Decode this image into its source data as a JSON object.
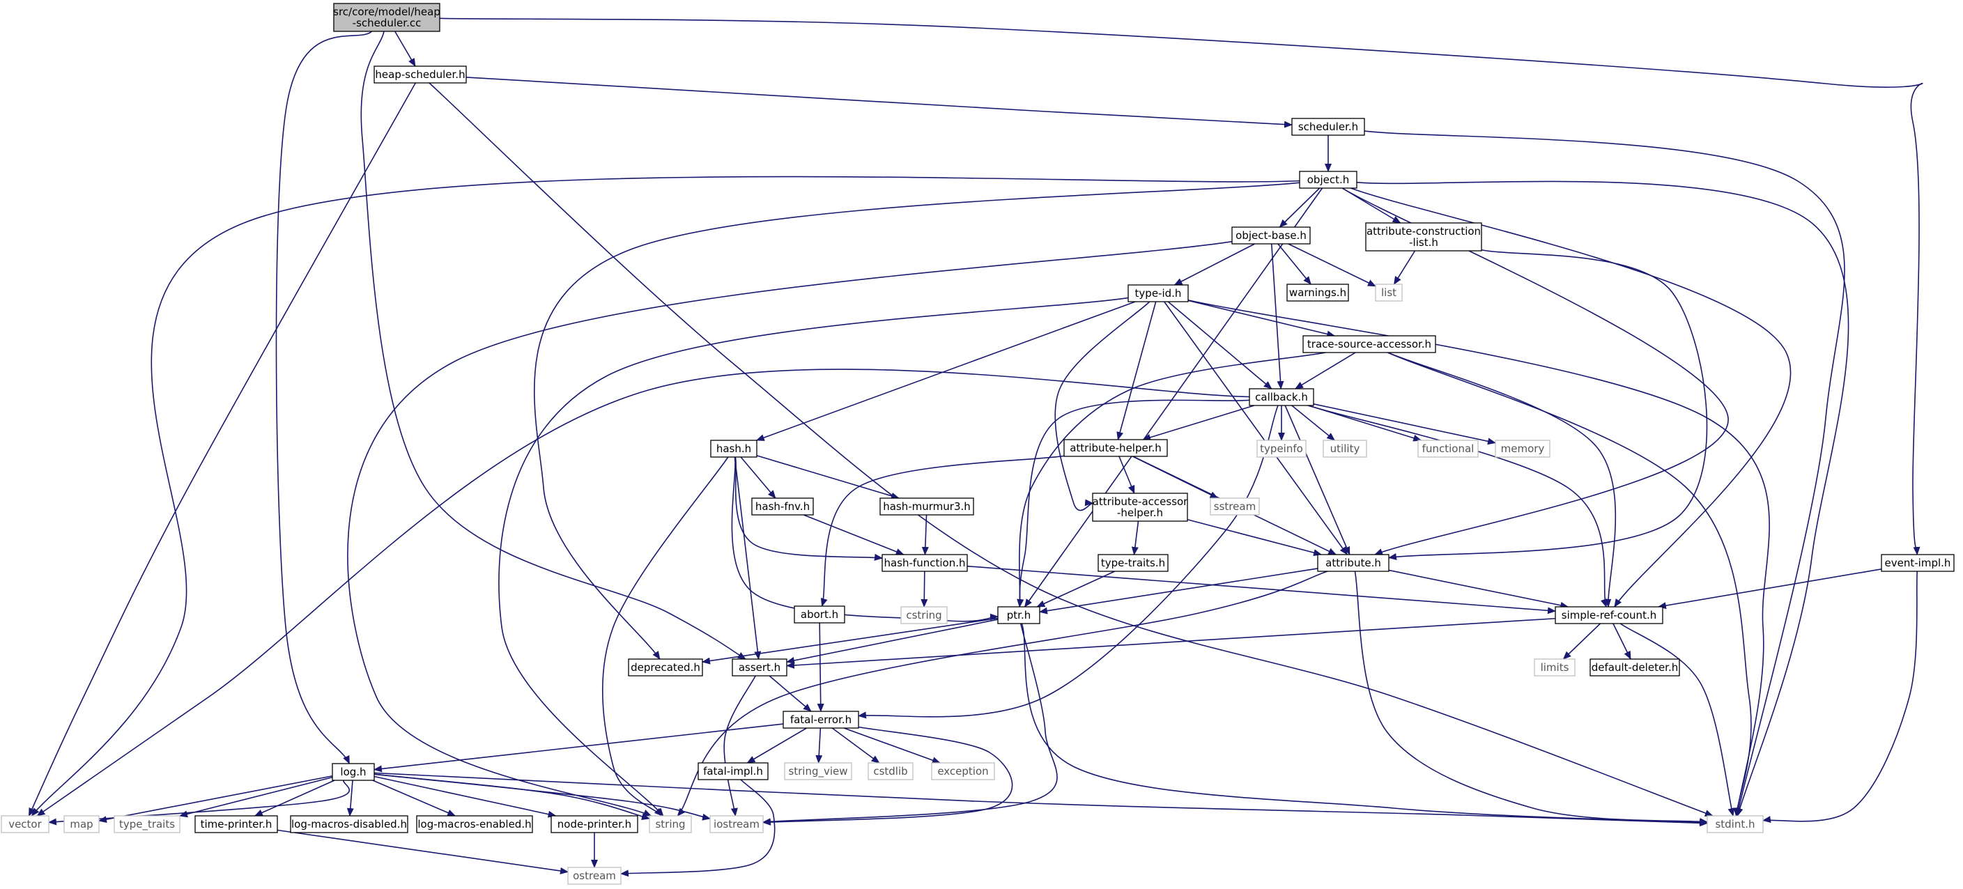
{
  "diagram": {
    "type": "include-dependency-graph",
    "colors": {
      "edge": "#191970",
      "root_fill": "#bfbfbf",
      "node_fill": "#ffffff",
      "node_border": "#000000",
      "system_border": "#bfbfbf",
      "system_text": "#555555"
    },
    "nodes": [
      {
        "id": "root",
        "lines": [
          "src/core/model/heap",
          "-scheduler.cc"
        ],
        "kind": "root"
      },
      {
        "id": "heap-scheduler-h",
        "lines": [
          "heap-scheduler.h"
        ],
        "kind": "file"
      },
      {
        "id": "scheduler-h",
        "lines": [
          "scheduler.h"
        ],
        "kind": "file"
      },
      {
        "id": "object-h",
        "lines": [
          "object.h"
        ],
        "kind": "file"
      },
      {
        "id": "object-base-h",
        "lines": [
          "object-base.h"
        ],
        "kind": "file"
      },
      {
        "id": "attribute-construction-list-h",
        "lines": [
          "attribute-construction",
          "-list.h"
        ],
        "kind": "file"
      },
      {
        "id": "warnings-h",
        "lines": [
          "warnings.h"
        ],
        "kind": "file"
      },
      {
        "id": "list",
        "lines": [
          "list"
        ],
        "kind": "system"
      },
      {
        "id": "type-id-h",
        "lines": [
          "type-id.h"
        ],
        "kind": "file"
      },
      {
        "id": "trace-source-accessor-h",
        "lines": [
          "trace-source-accessor.h"
        ],
        "kind": "file"
      },
      {
        "id": "callback-h",
        "lines": [
          "callback.h"
        ],
        "kind": "file"
      },
      {
        "id": "hash-h",
        "lines": [
          "hash.h"
        ],
        "kind": "file"
      },
      {
        "id": "attribute-helper-h",
        "lines": [
          "attribute-helper.h"
        ],
        "kind": "file"
      },
      {
        "id": "typeinfo",
        "lines": [
          "typeinfo"
        ],
        "kind": "system"
      },
      {
        "id": "utility",
        "lines": [
          "utility"
        ],
        "kind": "system"
      },
      {
        "id": "functional",
        "lines": [
          "functional"
        ],
        "kind": "system"
      },
      {
        "id": "memory",
        "lines": [
          "memory"
        ],
        "kind": "system"
      },
      {
        "id": "hash-fnv-h",
        "lines": [
          "hash-fnv.h"
        ],
        "kind": "file"
      },
      {
        "id": "hash-murmur3-h",
        "lines": [
          "hash-murmur3.h"
        ],
        "kind": "file"
      },
      {
        "id": "attribute-accessor-helper-h",
        "lines": [
          "attribute-accessor",
          "-helper.h"
        ],
        "kind": "file"
      },
      {
        "id": "sstream",
        "lines": [
          "sstream"
        ],
        "kind": "system"
      },
      {
        "id": "hash-function-h",
        "lines": [
          "hash-function.h"
        ],
        "kind": "file"
      },
      {
        "id": "type-traits-h",
        "lines": [
          "type-traits.h"
        ],
        "kind": "file"
      },
      {
        "id": "attribute-h",
        "lines": [
          "attribute.h"
        ],
        "kind": "file"
      },
      {
        "id": "event-impl-h",
        "lines": [
          "event-impl.h"
        ],
        "kind": "file"
      },
      {
        "id": "abort-h",
        "lines": [
          "abort.h"
        ],
        "kind": "file"
      },
      {
        "id": "cstring",
        "lines": [
          "cstring"
        ],
        "kind": "system"
      },
      {
        "id": "ptr-h",
        "lines": [
          "ptr.h"
        ],
        "kind": "file"
      },
      {
        "id": "simple-ref-count-h",
        "lines": [
          "simple-ref-count.h"
        ],
        "kind": "file"
      },
      {
        "id": "deprecated-h",
        "lines": [
          "deprecated.h"
        ],
        "kind": "file"
      },
      {
        "id": "assert-h",
        "lines": [
          "assert.h"
        ],
        "kind": "file"
      },
      {
        "id": "limits",
        "lines": [
          "limits"
        ],
        "kind": "system"
      },
      {
        "id": "default-deleter-h",
        "lines": [
          "default-deleter.h"
        ],
        "kind": "file"
      },
      {
        "id": "fatal-error-h",
        "lines": [
          "fatal-error.h"
        ],
        "kind": "file"
      },
      {
        "id": "log-h",
        "lines": [
          "log.h"
        ],
        "kind": "file"
      },
      {
        "id": "fatal-impl-h",
        "lines": [
          "fatal-impl.h"
        ],
        "kind": "file"
      },
      {
        "id": "string_view",
        "lines": [
          "string_view"
        ],
        "kind": "system"
      },
      {
        "id": "cstdlib",
        "lines": [
          "cstdlib"
        ],
        "kind": "system"
      },
      {
        "id": "exception",
        "lines": [
          "exception"
        ],
        "kind": "system"
      },
      {
        "id": "vector",
        "lines": [
          "vector"
        ],
        "kind": "system"
      },
      {
        "id": "map",
        "lines": [
          "map"
        ],
        "kind": "system"
      },
      {
        "id": "type_traits",
        "lines": [
          "type_traits"
        ],
        "kind": "system"
      },
      {
        "id": "time-printer-h",
        "lines": [
          "time-printer.h"
        ],
        "kind": "file"
      },
      {
        "id": "log-macros-disabled-h",
        "lines": [
          "log-macros-disabled.h"
        ],
        "kind": "file"
      },
      {
        "id": "log-macros-enabled-h",
        "lines": [
          "log-macros-enabled.h"
        ],
        "kind": "file"
      },
      {
        "id": "node-printer-h",
        "lines": [
          "node-printer.h"
        ],
        "kind": "file"
      },
      {
        "id": "string",
        "lines": [
          "string"
        ],
        "kind": "system"
      },
      {
        "id": "iostream",
        "lines": [
          "iostream"
        ],
        "kind": "system"
      },
      {
        "id": "stdint-h",
        "lines": [
          "stdint.h"
        ],
        "kind": "system"
      },
      {
        "id": "ostream",
        "lines": [
          "ostream"
        ],
        "kind": "system"
      }
    ],
    "edges": [
      [
        "root",
        "heap-scheduler-h"
      ],
      [
        "root",
        "log-h"
      ],
      [
        "root",
        "assert-h"
      ],
      [
        "root",
        "event-impl-h"
      ],
      [
        "heap-scheduler-h",
        "scheduler-h"
      ],
      [
        "heap-scheduler-h",
        "vector"
      ],
      [
        "heap-scheduler-h",
        "stdint-h"
      ],
      [
        "scheduler-h",
        "object-h"
      ],
      [
        "scheduler-h",
        "stdint-h"
      ],
      [
        "object-h",
        "object-base-h"
      ],
      [
        "object-h",
        "attribute-construction-list-h"
      ],
      [
        "object-h",
        "ptr-h"
      ],
      [
        "object-h",
        "attribute-h"
      ],
      [
        "object-h",
        "simple-ref-count-h"
      ],
      [
        "object-h",
        "vector"
      ],
      [
        "object-h",
        "deprecated-h"
      ],
      [
        "object-h",
        "stdint-h"
      ],
      [
        "object-base-h",
        "type-id-h"
      ],
      [
        "object-base-h",
        "warnings-h"
      ],
      [
        "object-base-h",
        "list"
      ],
      [
        "object-base-h",
        "callback-h"
      ],
      [
        "object-base-h",
        "string"
      ],
      [
        "attribute-construction-list-h",
        "list"
      ],
      [
        "attribute-construction-list-h",
        "attribute-h"
      ],
      [
        "type-id-h",
        "trace-source-accessor-h"
      ],
      [
        "type-id-h",
        "callback-h"
      ],
      [
        "type-id-h",
        "hash-h"
      ],
      [
        "type-id-h",
        "attribute-helper-h"
      ],
      [
        "type-id-h",
        "attribute-accessor-helper-h"
      ],
      [
        "type-id-h",
        "attribute-h"
      ],
      [
        "type-id-h",
        "string"
      ],
      [
        "type-id-h",
        "stdint-h"
      ],
      [
        "trace-source-accessor-h",
        "callback-h"
      ],
      [
        "trace-source-accessor-h",
        "ptr-h"
      ],
      [
        "trace-source-accessor-h",
        "simple-ref-count-h"
      ],
      [
        "trace-source-accessor-h",
        "stdint-h"
      ],
      [
        "callback-h",
        "attribute-helper-h"
      ],
      [
        "callback-h",
        "typeinfo"
      ],
      [
        "callback-h",
        "utility"
      ],
      [
        "callback-h",
        "functional"
      ],
      [
        "callback-h",
        "memory"
      ],
      [
        "callback-h",
        "ptr-h"
      ],
      [
        "callback-h",
        "fatal-error-h"
      ],
      [
        "callback-h",
        "attribute-h"
      ],
      [
        "callback-h",
        "simple-ref-count-h"
      ],
      [
        "callback-h",
        "vector"
      ],
      [
        "hash-h",
        "hash-fnv-h"
      ],
      [
        "hash-h",
        "hash-murmur3-h"
      ],
      [
        "hash-h",
        "hash-function-h"
      ],
      [
        "hash-h",
        "ptr-h"
      ],
      [
        "hash-h",
        "assert-h"
      ],
      [
        "hash-h",
        "string"
      ],
      [
        "attribute-helper-h",
        "attribute-accessor-helper-h"
      ],
      [
        "attribute-helper-h",
        "sstream"
      ],
      [
        "attribute-helper-h",
        "attribute-h"
      ],
      [
        "attribute-helper-h",
        "abort-h"
      ],
      [
        "hash-fnv-h",
        "hash-function-h"
      ],
      [
        "hash-murmur3-h",
        "hash-function-h"
      ],
      [
        "hash-function-h",
        "cstring"
      ],
      [
        "hash-function-h",
        "simple-ref-count-h"
      ],
      [
        "attribute-accessor-helper-h",
        "type-traits-h"
      ],
      [
        "attribute-accessor-helper-h",
        "attribute-h"
      ],
      [
        "type-traits-h",
        "ptr-h"
      ],
      [
        "attribute-h",
        "ptr-h"
      ],
      [
        "attribute-h",
        "simple-ref-count-h"
      ],
      [
        "attribute-h",
        "string"
      ],
      [
        "attribute-h",
        "stdint-h"
      ],
      [
        "event-impl-h",
        "simple-ref-count-h"
      ],
      [
        "event-impl-h",
        "stdint-h"
      ],
      [
        "abort-h",
        "fatal-error-h"
      ],
      [
        "ptr-h",
        "assert-h"
      ],
      [
        "ptr-h",
        "deprecated-h"
      ],
      [
        "ptr-h",
        "iostream"
      ],
      [
        "ptr-h",
        "stdint-h"
      ],
      [
        "simple-ref-count-h",
        "limits"
      ],
      [
        "simple-ref-count-h",
        "default-deleter-h"
      ],
      [
        "simple-ref-count-h",
        "assert-h"
      ],
      [
        "simple-ref-count-h",
        "stdint-h"
      ],
      [
        "assert-h",
        "fatal-error-h"
      ],
      [
        "assert-h",
        "iostream"
      ],
      [
        "fatal-error-h",
        "log-h"
      ],
      [
        "fatal-error-h",
        "fatal-impl-h"
      ],
      [
        "fatal-error-h",
        "string_view"
      ],
      [
        "fatal-error-h",
        "cstdlib"
      ],
      [
        "fatal-error-h",
        "exception"
      ],
      [
        "fatal-error-h",
        "iostream"
      ],
      [
        "log-h",
        "vector"
      ],
      [
        "log-h",
        "map"
      ],
      [
        "log-h",
        "type_traits"
      ],
      [
        "log-h",
        "time-printer-h"
      ],
      [
        "log-h",
        "log-macros-disabled-h"
      ],
      [
        "log-h",
        "log-macros-enabled-h"
      ],
      [
        "log-h",
        "node-printer-h"
      ],
      [
        "log-h",
        "string"
      ],
      [
        "log-h",
        "iostream"
      ],
      [
        "log-h",
        "stdint-h"
      ],
      [
        "fatal-impl-h",
        "ostream"
      ],
      [
        "time-printer-h",
        "ostream"
      ],
      [
        "node-printer-h",
        "ostream"
      ]
    ]
  }
}
